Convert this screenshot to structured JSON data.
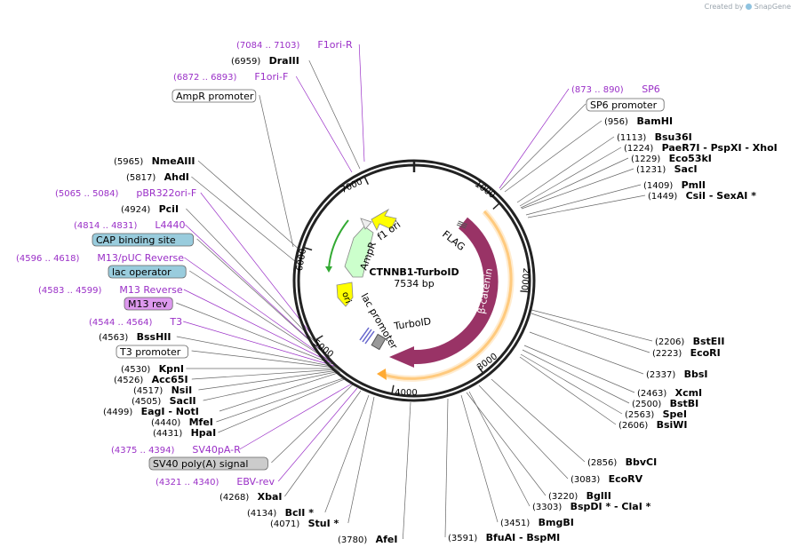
{
  "credit": {
    "prefix": "Created by",
    "brand": "SnapGene"
  },
  "plasmid": {
    "name": "CTNNB1-TurboID",
    "size": "7534 bp"
  },
  "ticks": [
    {
      "label": "1000"
    },
    {
      "label": "2000"
    },
    {
      "label": "3000"
    },
    {
      "label": "4000"
    },
    {
      "label": "5000"
    },
    {
      "label": "6000"
    },
    {
      "label": "7000"
    }
  ],
  "inner_features": {
    "f1_ori": "f1 ori",
    "ampr": "AmpR",
    "ori": "ori",
    "lac_promoter": "lac promoter",
    "turboid": "TurboID",
    "flag": "FLAG",
    "beta_catenin": "β-catenin"
  },
  "labels": [
    {
      "id": "f1ori_r",
      "pos": "(7084 .. 7103)",
      "name": "F1ori-R",
      "kind": "primer"
    },
    {
      "id": "drai",
      "pos": "(6959)",
      "name": "DraIII",
      "kind": "enzyme"
    },
    {
      "id": "f1ori_f",
      "pos": "(6872 .. 6893)",
      "name": "F1ori-F",
      "kind": "primer"
    },
    {
      "id": "ampr_prom",
      "pos": "",
      "name": "AmpR promoter",
      "kind": "feature"
    },
    {
      "id": "sp6p",
      "pos": "(873 .. 890)",
      "name": "SP6",
      "kind": "primer"
    },
    {
      "id": "sp6prom",
      "pos": "",
      "name": "SP6 promoter",
      "kind": "feature"
    },
    {
      "id": "bamhi",
      "pos": "(956)",
      "name": "BamHI",
      "kind": "enzyme"
    },
    {
      "id": "bsu36i",
      "pos": "(1113)",
      "name": "Bsu36I",
      "kind": "enzyme"
    },
    {
      "id": "paer7i",
      "pos": "(1224)",
      "name": "PaeR7I  - PspXI  - XhoI",
      "kind": "enzyme"
    },
    {
      "id": "eco53ki",
      "pos": "(1229)",
      "name": "Eco53kI",
      "kind": "enzyme"
    },
    {
      "id": "saci",
      "pos": "(1231)",
      "name": "SacI",
      "kind": "enzyme"
    },
    {
      "id": "pmli",
      "pos": "(1409)",
      "name": "PmlI",
      "kind": "enzyme"
    },
    {
      "id": "csii",
      "pos": "(1449)",
      "name": "CsiI  - SexAI *",
      "kind": "enzyme"
    },
    {
      "id": "nmeaiii",
      "pos": "(5965)",
      "name": "NmeAIII",
      "kind": "enzyme"
    },
    {
      "id": "ahdi",
      "pos": "(5817)",
      "name": "AhdI",
      "kind": "enzyme"
    },
    {
      "id": "pbr322",
      "pos": "(5065 .. 5084)",
      "name": "pBR322ori-F",
      "kind": "primer"
    },
    {
      "id": "pcii",
      "pos": "(4924)",
      "name": "PciI",
      "kind": "enzyme"
    },
    {
      "id": "l4440",
      "pos": "(4814 .. 4831)",
      "name": "L4440",
      "kind": "primer"
    },
    {
      "id": "cap",
      "pos": "",
      "name": "CAP binding site",
      "kind": "feature-blue"
    },
    {
      "id": "m13puc",
      "pos": "(4596 .. 4618)",
      "name": "M13/pUC Reverse",
      "kind": "primer"
    },
    {
      "id": "lacop",
      "pos": "",
      "name": "lac operator",
      "kind": "feature-blue"
    },
    {
      "id": "m13rev",
      "pos": "(4583 .. 4599)",
      "name": "M13 Reverse",
      "kind": "primer"
    },
    {
      "id": "m13r",
      "pos": "",
      "name": "M13 rev",
      "kind": "feature-purple"
    },
    {
      "id": "t3p",
      "pos": "(4544 .. 4564)",
      "name": "T3",
      "kind": "primer"
    },
    {
      "id": "bsshii",
      "pos": "(4563)",
      "name": "BssHII",
      "kind": "enzyme"
    },
    {
      "id": "t3prom",
      "pos": "",
      "name": "T3 promoter",
      "kind": "feature"
    },
    {
      "id": "kpni",
      "pos": "(4530)",
      "name": "KpnI",
      "kind": "enzyme"
    },
    {
      "id": "acc65i",
      "pos": "(4526)",
      "name": "Acc65I",
      "kind": "enzyme"
    },
    {
      "id": "nsii",
      "pos": "(4517)",
      "name": "NsiI",
      "kind": "enzyme"
    },
    {
      "id": "sacii",
      "pos": "(4505)",
      "name": "SacII",
      "kind": "enzyme"
    },
    {
      "id": "eagi",
      "pos": "(4499)",
      "name": "EagI  - NotI",
      "kind": "enzyme"
    },
    {
      "id": "mfei",
      "pos": "(4440)",
      "name": "MfeI",
      "kind": "enzyme"
    },
    {
      "id": "hpai",
      "pos": "(4431)",
      "name": "HpaI",
      "kind": "enzyme"
    },
    {
      "id": "sv40pa",
      "pos": "(4375 .. 4394)",
      "name": "SV40pA-R",
      "kind": "primer"
    },
    {
      "id": "sv40sig",
      "pos": "",
      "name": "SV40 poly(A) signal",
      "kind": "feature-gray"
    },
    {
      "id": "ebvrev",
      "pos": "(4321 .. 4340)",
      "name": "EBV-rev",
      "kind": "primer"
    },
    {
      "id": "xbai",
      "pos": "(4268)",
      "name": "XbaI",
      "kind": "enzyme"
    },
    {
      "id": "bcli",
      "pos": "(4134)",
      "name": "BclI *",
      "kind": "enzyme"
    },
    {
      "id": "stui",
      "pos": "(4071)",
      "name": "StuI *",
      "kind": "enzyme"
    },
    {
      "id": "afei",
      "pos": "(3780)",
      "name": "AfeI",
      "kind": "enzyme"
    },
    {
      "id": "bfuai",
      "pos": "(3591)",
      "name": "BfuAI  - BspMI",
      "kind": "enzyme"
    },
    {
      "id": "bmgbi",
      "pos": "(3451)",
      "name": "BmgBI",
      "kind": "enzyme"
    },
    {
      "id": "bgliii",
      "pos": "(3220)",
      "name": "BglII",
      "kind": "enzyme"
    },
    {
      "id": "bspdi",
      "pos": "(3303)",
      "name": "BspDI *  - ClaI *",
      "kind": "enzyme"
    },
    {
      "id": "ecorv",
      "pos": "(3083)",
      "name": "EcoRV",
      "kind": "enzyme"
    },
    {
      "id": "bbvci",
      "pos": "(2856)",
      "name": "BbvCI",
      "kind": "enzyme"
    },
    {
      "id": "bsteii",
      "pos": "(2206)",
      "name": "BstEII",
      "kind": "enzyme"
    },
    {
      "id": "ecori",
      "pos": "(2223)",
      "name": "EcoRI",
      "kind": "enzyme"
    },
    {
      "id": "bbsi",
      "pos": "(2337)",
      "name": "BbsI",
      "kind": "enzyme"
    },
    {
      "id": "xcmi",
      "pos": "(2463)",
      "name": "XcmI",
      "kind": "enzyme"
    },
    {
      "id": "bstbi",
      "pos": "(2500)",
      "name": "BstBI",
      "kind": "enzyme"
    },
    {
      "id": "spei",
      "pos": "(2563)",
      "name": "SpeI",
      "kind": "enzyme"
    },
    {
      "id": "bsiwi",
      "pos": "(2606)",
      "name": "BsiWI",
      "kind": "enzyme"
    }
  ],
  "colors": {
    "f1_ori": "#ffff00",
    "ampr": "#ccffcc",
    "ampr_dark": "#33aa33",
    "ori": "#ffff00",
    "beta_catenin": "#993366",
    "orange": "#ffaa33",
    "primer": "#9a2fc7",
    "blue_box": "#99ccdd",
    "purple_box": "#dd99ee",
    "gray_box": "#cccccc"
  }
}
